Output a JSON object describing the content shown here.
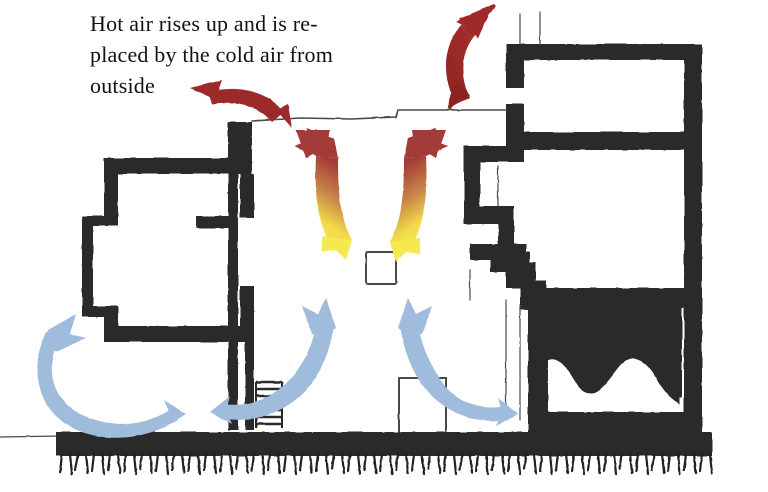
{
  "annotation": {
    "text": "Hot air rises up and is re-\nplaced by the cold air from\noutside"
  },
  "colors": {
    "wall": "#2b2b2b",
    "wall_outline": "#1a1a1a",
    "ground": "#2b2b2b",
    "hot_arrow_top": "#a33a38",
    "hot_arrow_bottom": "#f4e04d",
    "dark_red_arrow": "#9c2b2b",
    "cold_arrow": "#9fbcdd",
    "sketch_line": "#444444",
    "background": "#ffffff"
  },
  "diagram": {
    "title": "Building section showing stack ventilation",
    "arrows": [
      {
        "name": "hot-air-exhaust-arrow",
        "label": "Hot air leaving the building at roof level",
        "color": "#9c2b2b",
        "direction": "up-right"
      },
      {
        "name": "annotation-pointer-arrow",
        "label": "Pointer from the airflow to the caption",
        "color": "#9c2b2b",
        "direction": "left"
      },
      {
        "name": "hot-air-rising-arrow-left",
        "label": "Warm air rising up the left side of the hall",
        "color_from": "#f4e04d",
        "color_to": "#a33a38",
        "direction": "up-left"
      },
      {
        "name": "hot-air-rising-arrow-right",
        "label": "Warm air rising up the right side of the hall",
        "color_from": "#f4e04d",
        "color_to": "#a33a38",
        "direction": "up-right"
      },
      {
        "name": "cold-air-intake-arrow-outer-left",
        "label": "Cold air from outside drawn in at the left",
        "color": "#9fbcdd",
        "direction": "down-right"
      },
      {
        "name": "cold-air-intake-arrow-left",
        "label": "Cold air entering the hall at low level, left",
        "color": "#9fbcdd",
        "direction": "up-right"
      },
      {
        "name": "cold-air-intake-arrow-right",
        "label": "Cold air entering the hall at low level, right",
        "color": "#9fbcdd",
        "direction": "up-left"
      }
    ],
    "features": [
      {
        "name": "ceiling-line",
        "label": "Sketched ceiling line of the central hall"
      },
      {
        "name": "central-vent-opening",
        "label": "Small square vent opening in the hall floor"
      },
      {
        "name": "low-level-opening",
        "label": "Low level opening outline"
      },
      {
        "name": "stair-hatch",
        "label": "Hatched stair / grille element at the left wall"
      },
      {
        "name": "vaulted-opening",
        "label": "Double arched vault in the right wing"
      },
      {
        "name": "ground-hatching",
        "label": "Hatched ground line below the foundation"
      }
    ]
  }
}
